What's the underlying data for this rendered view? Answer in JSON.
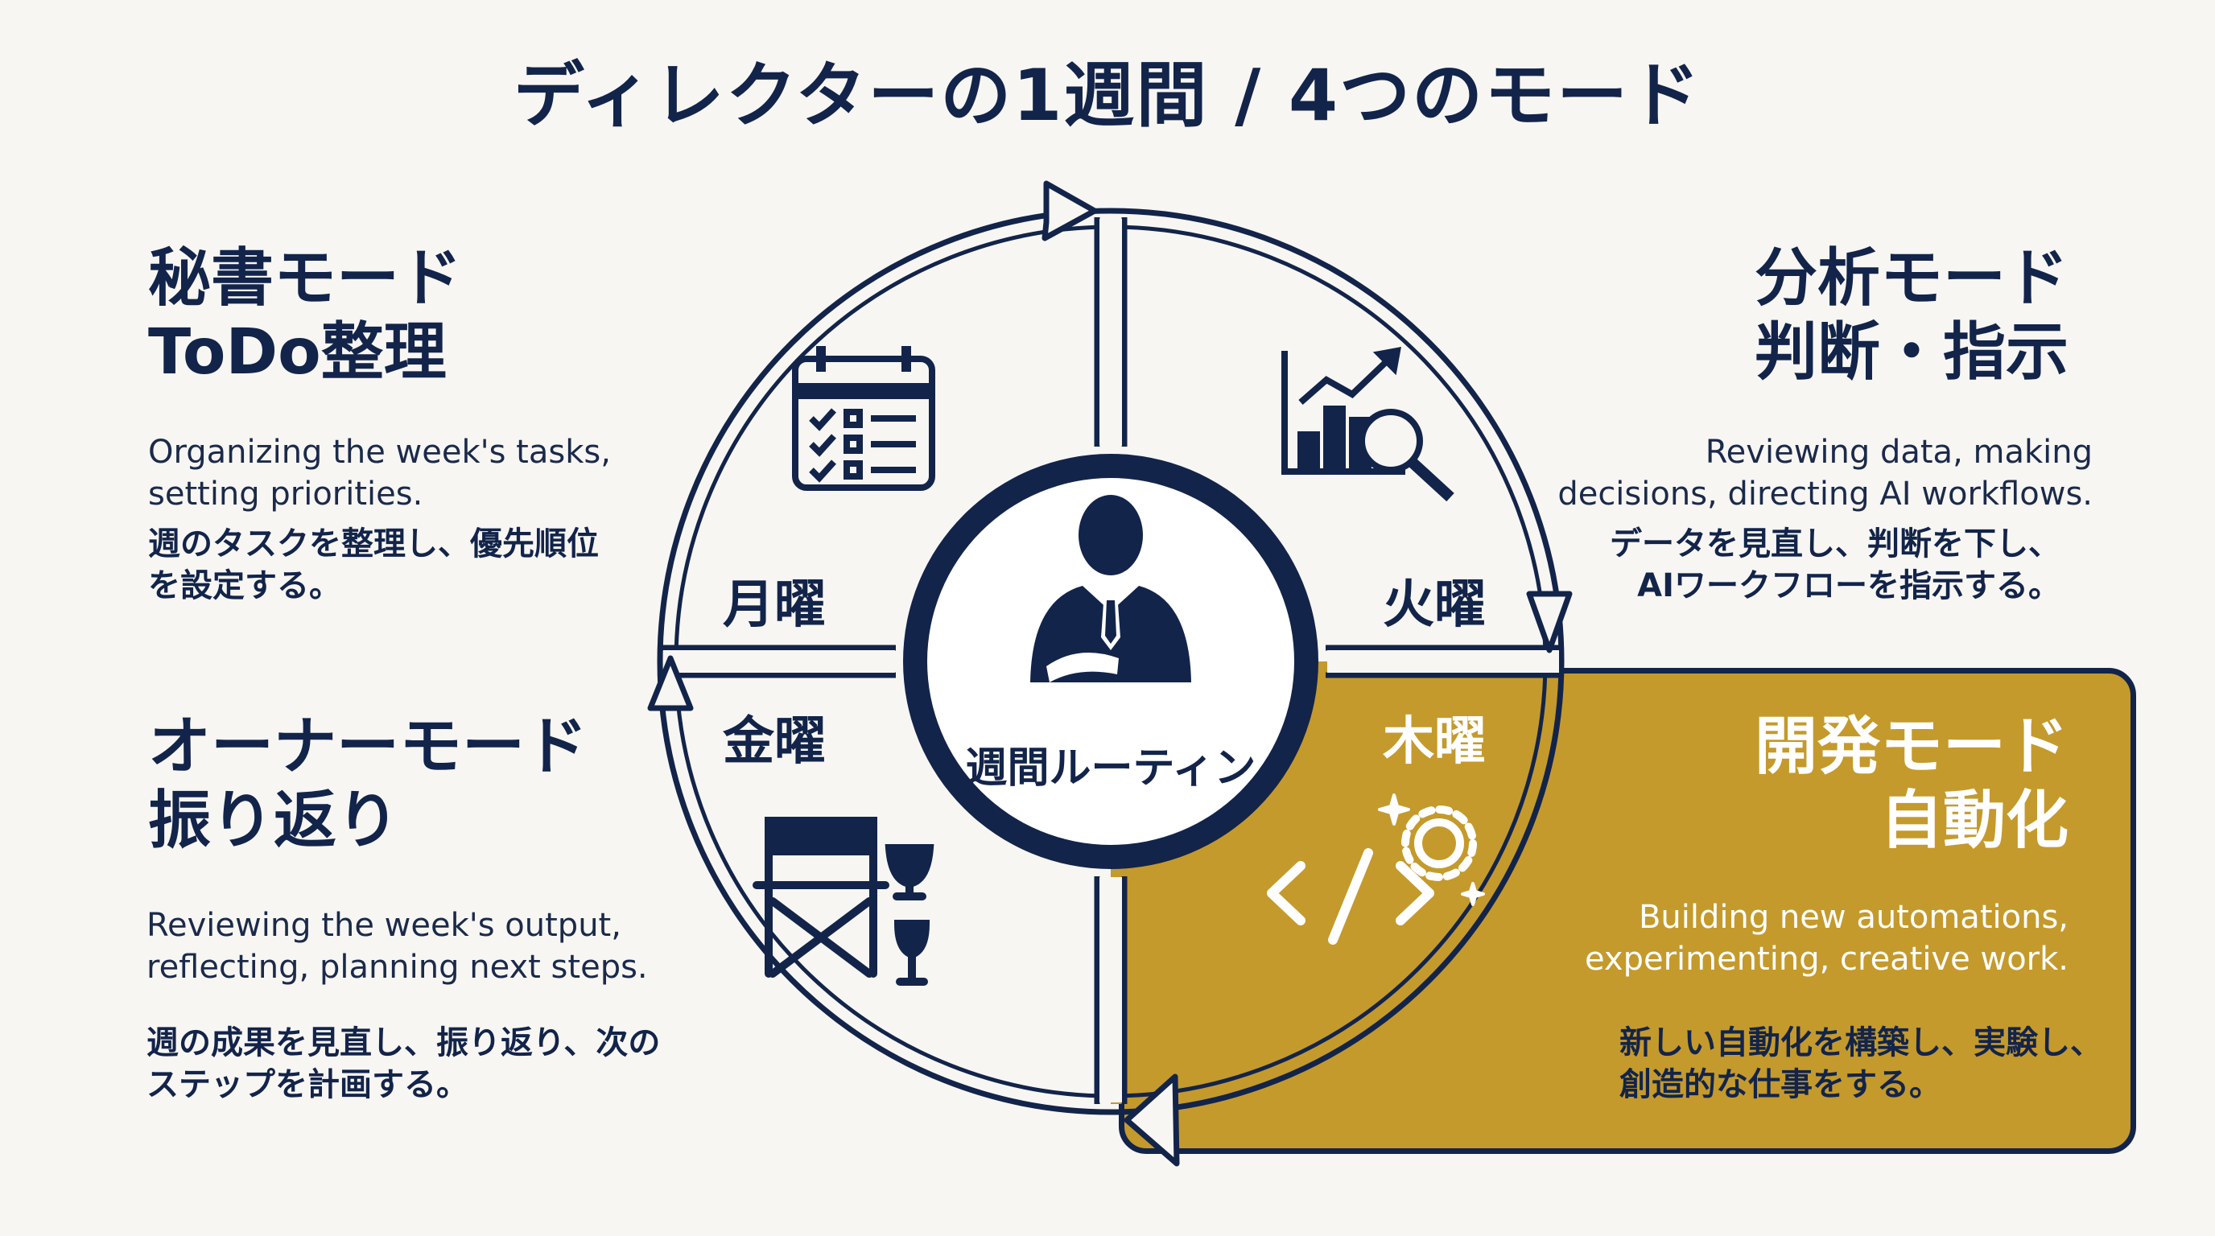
{
  "title": "ディレクターの1週間 / 4つのモード",
  "center": {
    "label": "週間ルーティン"
  },
  "colors": {
    "navy": "#13244a",
    "gold": "#c49a2c",
    "background": "#f7f6f3"
  },
  "modes": {
    "secretary": {
      "name": "秘書モード",
      "sub": "ToDo整理",
      "desc_en_1": "Organizing the week's tasks,",
      "desc_en_2": "setting priorities.",
      "desc_jp_1": "週のタスクを整理し、優先順位",
      "desc_jp_2": "を設定する。",
      "day": "月曜",
      "icon": "calendar-checklist-icon"
    },
    "analysis": {
      "name": "分析モード",
      "sub": "判断・指示",
      "desc_en_1": "Reviewing data, making",
      "desc_en_2": "decisions, directing AI workflows.",
      "desc_jp_1": "データを見直し、判断を下し、",
      "desc_jp_2": "AIワークフローを指示する。",
      "day": "火曜",
      "icon": "chart-magnifier-icon"
    },
    "development": {
      "name": "開発モード",
      "sub": "自動化",
      "desc_en_1": "Building new automations,",
      "desc_en_2": "experimenting, creative work.",
      "desc_jp_1": "新しい自動化を構築し、実験し、",
      "desc_jp_2": "創造的な仕事をする。",
      "day": "木曜",
      "icon": "code-gear-icon"
    },
    "owner": {
      "name": "オーナーモード",
      "sub": "振り返り",
      "desc_en_1": "Reviewing the week's output,",
      "desc_en_2": "reflecting, planning next steps.",
      "desc_jp_1": "週の成果を見直し、振り返り、次の",
      "desc_jp_2": "ステップを計画する。",
      "day": "金曜",
      "icon": "director-chair-trophy-icon"
    }
  }
}
